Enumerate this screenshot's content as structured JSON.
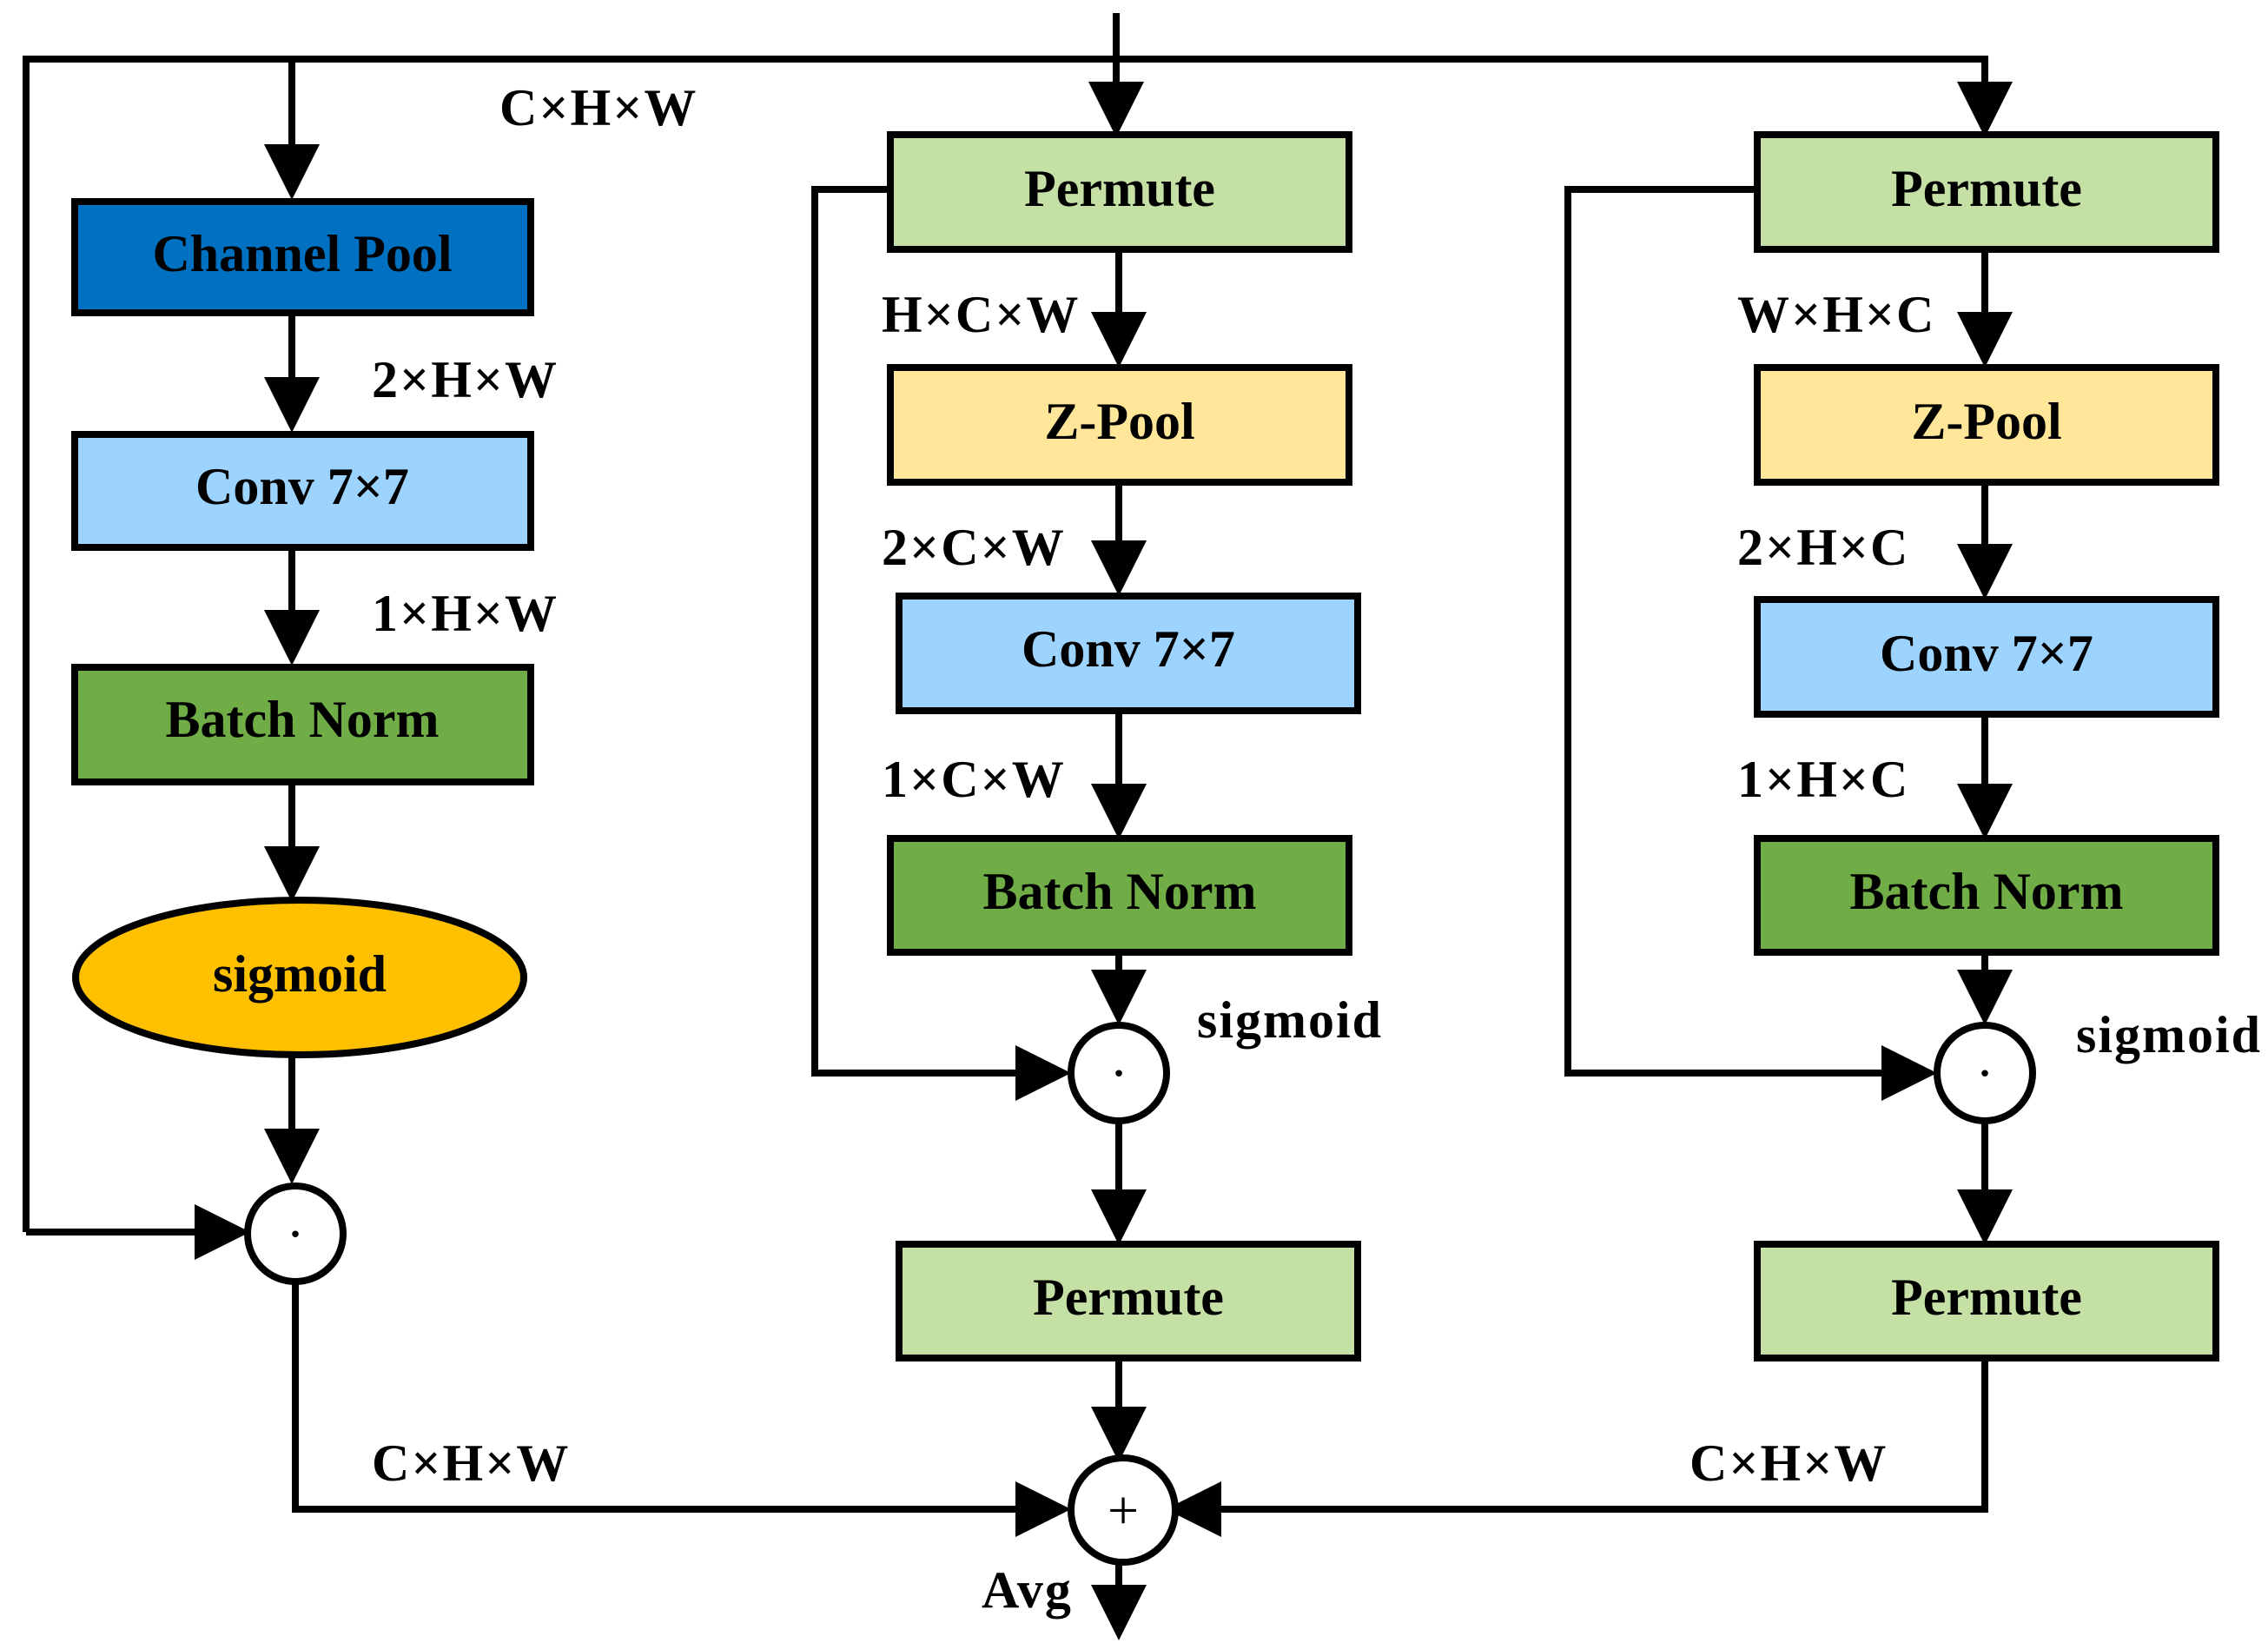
{
  "colors": {
    "channel_pool": "#0070C0",
    "conv": "#9DD3FF",
    "batch_norm": "#70AD47",
    "sigmoid_fill": "#FFC000",
    "permute": "#C5E0A5",
    "zpool": "#FFE699"
  },
  "nodes": {
    "channel_pool": "Channel Pool",
    "conv_left": "Conv 7×7",
    "batchnorm_left": "Batch Norm",
    "sigmoid_left": "sigmoid",
    "permute_mid_top": "Permute",
    "zpool_mid": "Z-Pool",
    "conv_mid": "Conv 7×7",
    "batchnorm_mid": "Batch Norm",
    "permute_mid_bottom": "Permute",
    "permute_right_top": "Permute",
    "zpool_right": "Z-Pool",
    "conv_right": "Conv 7×7",
    "batchnorm_right": "Batch Norm",
    "permute_right_bottom": "Permute"
  },
  "dims": {
    "input": "C×H×W",
    "left_after_pool": "2×H×W",
    "left_after_conv": "1×H×W",
    "left_output": "C×H×W",
    "mid_after_permute": "H×C×W",
    "mid_after_pool": "2×C×W",
    "mid_after_conv": "1×C×W",
    "right_after_permute": "W×H×C",
    "right_after_pool": "2×H×C",
    "right_after_conv": "1×H×C",
    "right_output": "C×H×W"
  },
  "side_labels": {
    "sigmoid_mid": "sigmoid",
    "sigmoid_right": "sigmoid",
    "avg": "Avg"
  },
  "operators": {
    "multiply": "·",
    "add": "+"
  }
}
